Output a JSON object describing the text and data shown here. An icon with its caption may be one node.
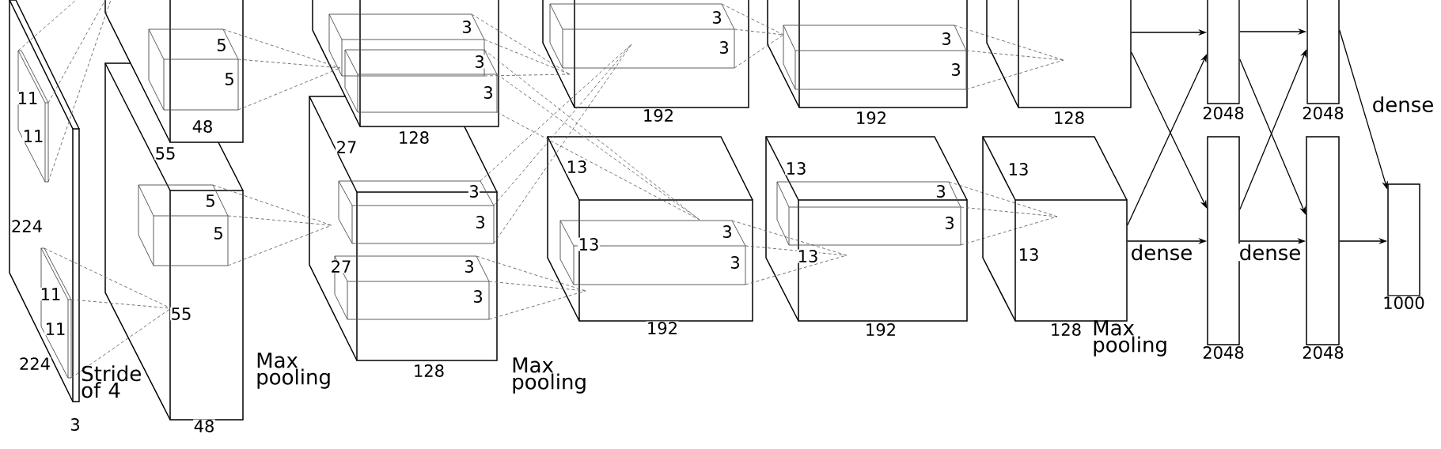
{
  "diagram": {
    "nodes": [
      {
        "text": [],
        "shape": "cuboid",
        "beside": [
          "128"
        ]
      },
      {
        "text": [
          "13"
        ],
        "beside": [
          "13",
          "128"
        ]
      },
      {
        "text": [],
        "shape": "box",
        "beside": [
          "2048"
        ]
      },
      {
        "text": [],
        "shape": "box",
        "beside": [
          "2048"
        ]
      },
      {
        "text": [],
        "shape": "box",
        "beside": [
          "2048"
        ]
      },
      {
        "text": [],
        "shape": "box",
        "beside": [
          "2048"
        ]
      },
      {
        "text": [],
        "shape": "box",
        "beside": [
          "1000"
        ]
      }
    ],
    "edges": [
      {
        "from": 0,
        "to": 2,
        "arrow": "to"
      },
      {
        "from": 0,
        "to": 3,
        "arrow": "to"
      },
      {
        "from": 1,
        "to": 2,
        "arrow": "to"
      },
      {
        "from": 1,
        "to": 3,
        "arrow": "to",
        "label": "dense"
      },
      {
        "from": 2,
        "to": 4,
        "arrow": "to"
      },
      {
        "from": 2,
        "to": 5,
        "arrow": "to"
      },
      {
        "from": 3,
        "to": 4,
        "arrow": "to"
      },
      {
        "from": 3,
        "to": 5,
        "arrow": "to",
        "label": "dense"
      },
      {
        "from": 4,
        "to": 6,
        "arrow": "to",
        "label": "dense"
      },
      {
        "from": 5,
        "to": 6,
        "arrow": "to"
      }
    ],
    "labels": [
      "11",
      "11",
      "224",
      "11",
      "11",
      "224",
      "3",
      "Stride of 4",
      "5",
      "5",
      "48",
      "55",
      "5",
      "5",
      "55",
      "48",
      "Max pooling",
      "3",
      "3",
      "3",
      "27",
      "128",
      "3",
      "3",
      "27",
      "3",
      "3",
      "128",
      "Max pooling",
      "3",
      "3",
      "192",
      "13",
      "13",
      "3",
      "3",
      "192",
      "3",
      "3",
      "192",
      "13",
      "3",
      "3",
      "13",
      "192",
      "Max pooling"
    ]
  }
}
